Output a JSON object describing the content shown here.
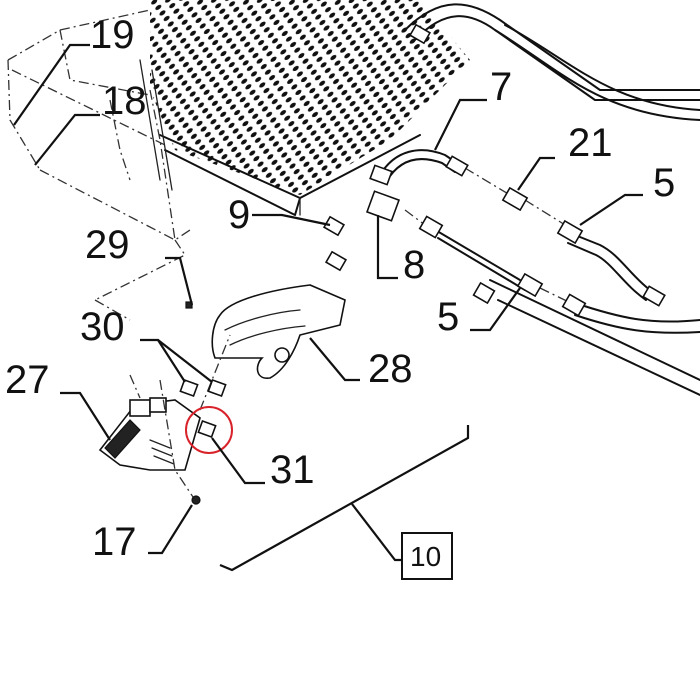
{
  "callouts": {
    "c19": "19",
    "c18": "18",
    "c7": "7",
    "c21": "21",
    "c5a": "5",
    "c9": "9",
    "c29": "29",
    "c8": "8",
    "c5b": "5",
    "c30": "30",
    "c27": "27",
    "c28": "28",
    "c31": "31",
    "c17": "17",
    "c10": "10"
  },
  "highlight_color": "#d8232a"
}
